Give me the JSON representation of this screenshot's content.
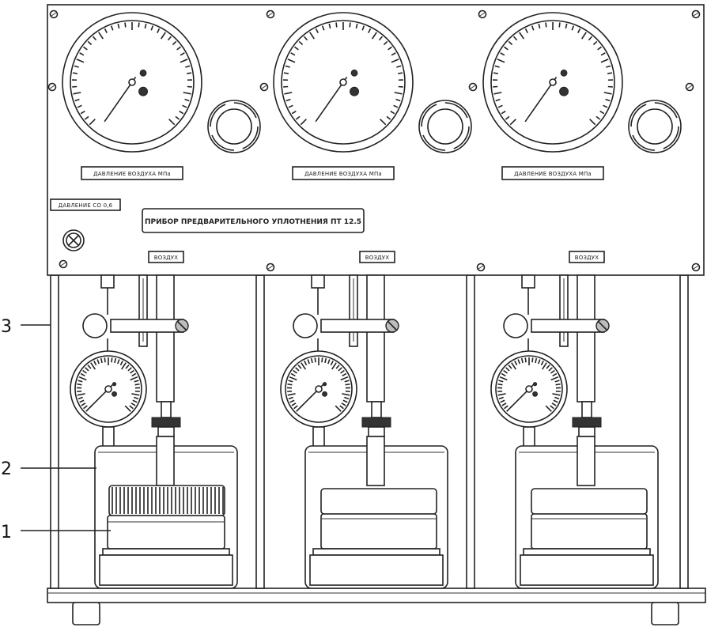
{
  "panel": {
    "title_plate": "ПРИБОР ПРЕДВАРИТЕЛЬНОГО УПЛОТНЕНИЯ ПТ 12.5",
    "left_plate": "ДАВЛЕНИЕ СО 0,6",
    "gauge_plates": [
      "ДАВЛЕНИЕ ВОЗДУХА МПа",
      "ДАВЛЕНИЕ ВОЗДУХА МПа",
      "ДАВЛЕНИЕ ВОЗДУХА МПа"
    ],
    "unit_plates": [
      "ВОЗДУХ",
      "ВОЗДУХ",
      "ВОЗДУХ"
    ]
  },
  "callouts": [
    {
      "label": "3"
    },
    {
      "label": "2"
    },
    {
      "label": "1"
    }
  ],
  "colors": {
    "line": "#222222",
    "background": "#ffffff",
    "grey_fill": "#bdbdbd"
  }
}
